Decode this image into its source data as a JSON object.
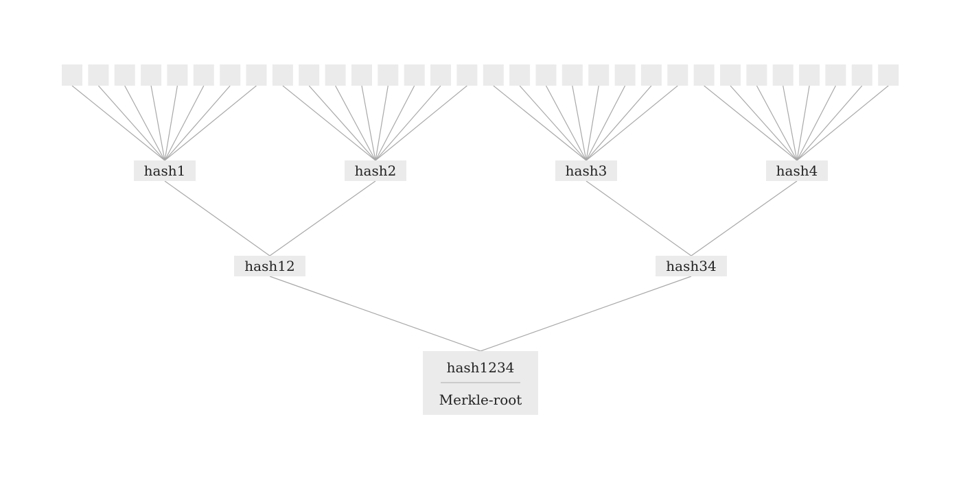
{
  "colors": {
    "node_fill": "#ebebeb",
    "edge": "#a8a8a8",
    "divider": "#b8b8b8",
    "text": "#222222"
  },
  "diagram": {
    "leaf_groups": [
      {
        "leaf_count": 8,
        "parent": "hash1"
      },
      {
        "leaf_count": 8,
        "parent": "hash2"
      },
      {
        "leaf_count": 8,
        "parent": "hash3"
      },
      {
        "leaf_count": 8,
        "parent": "hash4"
      }
    ],
    "level1": [
      "hash1",
      "hash2",
      "hash3",
      "hash4"
    ],
    "level2": [
      {
        "label": "hash12",
        "children": [
          "hash1",
          "hash2"
        ]
      },
      {
        "label": "hash34",
        "children": [
          "hash3",
          "hash4"
        ]
      }
    ],
    "root": {
      "label": "hash1234",
      "caption": "Merkle-root",
      "children": [
        "hash12",
        "hash34"
      ]
    }
  }
}
